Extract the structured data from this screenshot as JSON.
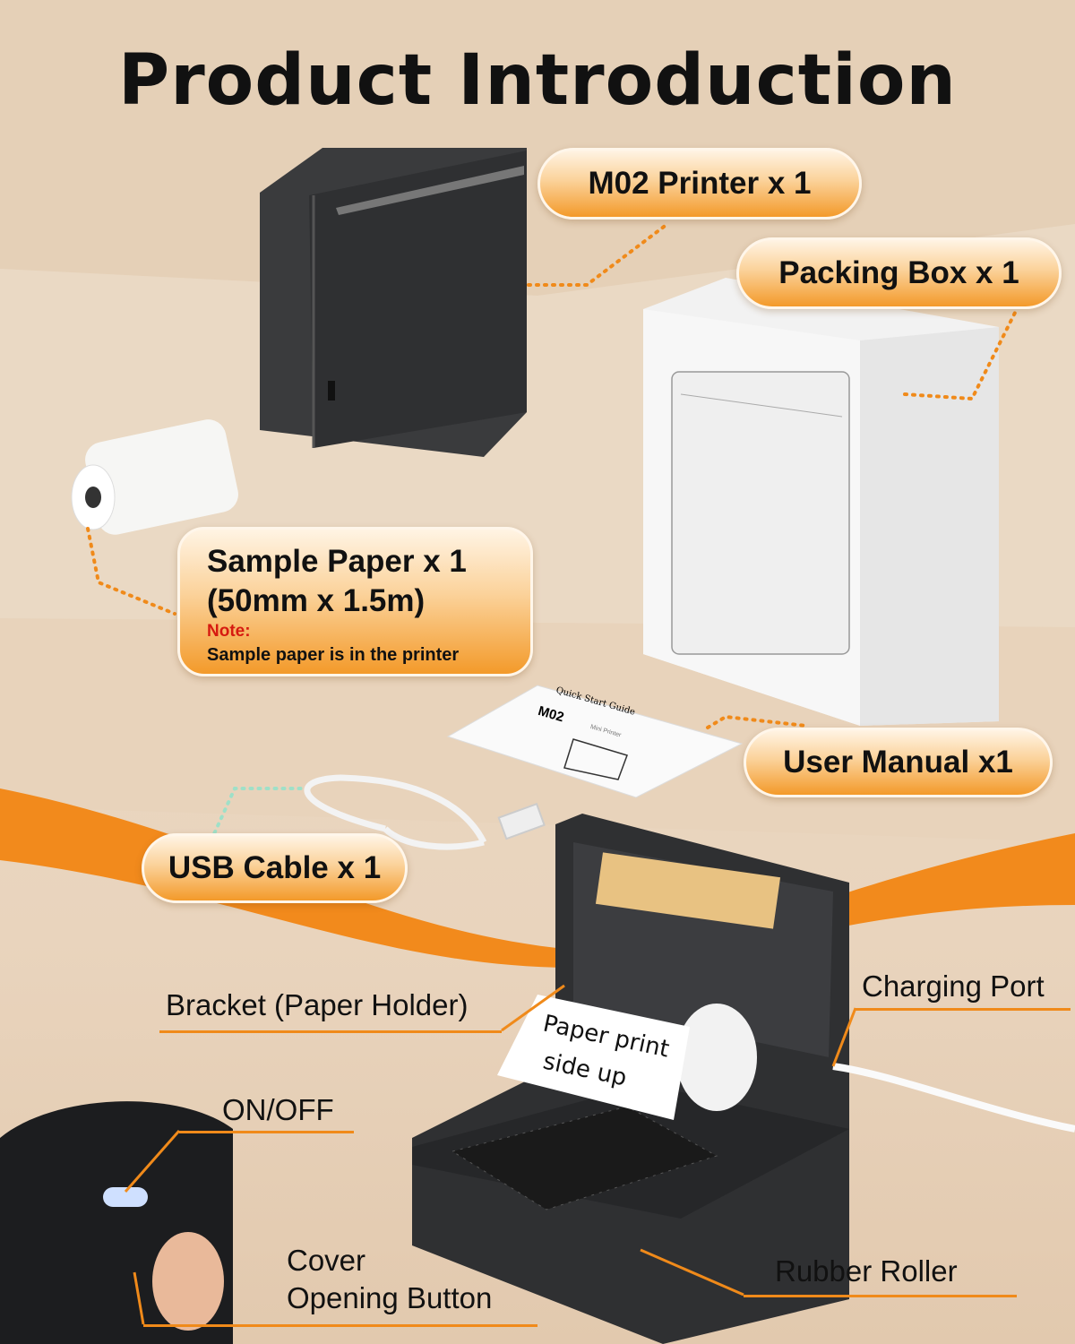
{
  "title": "Product Introduction",
  "labels": {
    "printer": "M02 Printer x 1",
    "box": "Packing Box x 1",
    "sample_paper": "Sample Paper x 1",
    "sample_size": "(50mm x 1.5m)",
    "note_label": "Note:",
    "note_text": "Sample paper is in the printer",
    "manual": "User Manual x1",
    "usb": "USB Cable x 1"
  },
  "manual_cover": {
    "brand": "M02",
    "heading": "Quick Start Guide",
    "sub": "Mini Printer"
  },
  "paper_text": [
    "Paper print",
    "side up"
  ],
  "callouts": {
    "bracket": "Bracket (Paper Holder)",
    "charging": "Charging Port",
    "onoff": "ON/OFF",
    "cover1": "Cover",
    "cover2": "Opening Button",
    "roller": "Rubber Roller"
  },
  "colors": {
    "accent": "#f08a1a",
    "note": "#d61a10",
    "printer_body": "#3a3b3d"
  }
}
